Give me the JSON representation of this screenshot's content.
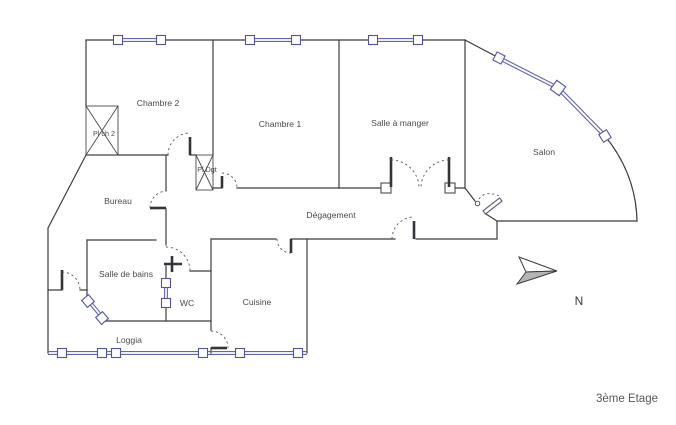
{
  "floor_plan": {
    "floor_label": "3ème Etage",
    "compass_label": "N",
    "rooms": {
      "chambre2": "Chambre 2",
      "chambre1": "Chambre 1",
      "salle_a_manger": "Salle à manger",
      "salon": "Salon",
      "bureau": "Bureau",
      "degagement": "Dégagement",
      "salle_de_bains": "Salle de bains",
      "wc": "WC",
      "cuisine": "Cuisine",
      "loggia": "Loggia",
      "placard_chambre2": "Pl ch 2",
      "placard_degagement": "Pl Dgt"
    },
    "colors": {
      "wall": "#3c3c40",
      "window": "#6266a8",
      "text": "#4a4a4a",
      "compass_fill": "#b5b5b5"
    }
  }
}
